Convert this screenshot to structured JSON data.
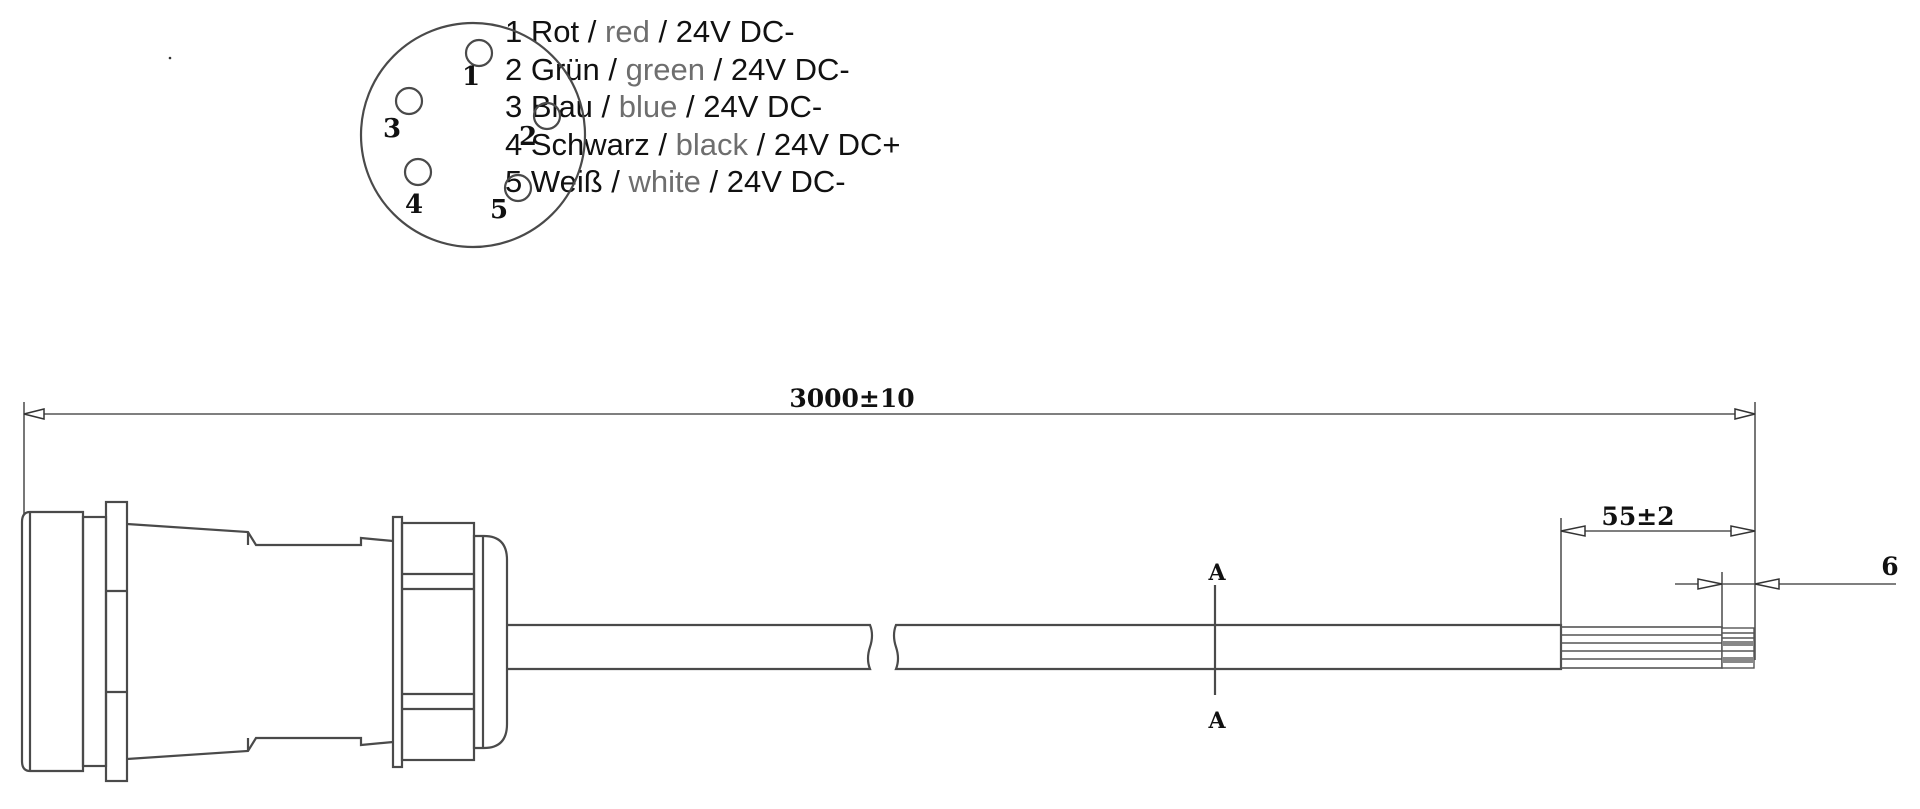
{
  "pinout": {
    "pins": [
      {
        "num": "1",
        "de": "Rot",
        "en": "red",
        "voltage": "24V DC-"
      },
      {
        "num": "2",
        "de": "Grün",
        "en": "green",
        "voltage": "24V DC-"
      },
      {
        "num": "3",
        "de": "Blau",
        "en": "blue",
        "voltage": "24V DC-"
      },
      {
        "num": "4",
        "de": "Schwarz",
        "en": "black",
        "voltage": "24V DC+"
      },
      {
        "num": "5",
        "de": "Weiß",
        "en": "white",
        "voltage": "24V DC-"
      }
    ],
    "separator": "/"
  },
  "dimensions": {
    "total_length": "3000±10",
    "strip_length": "55±2",
    "tip_length": "6",
    "section_top": "A",
    "section_bottom": "A"
  }
}
